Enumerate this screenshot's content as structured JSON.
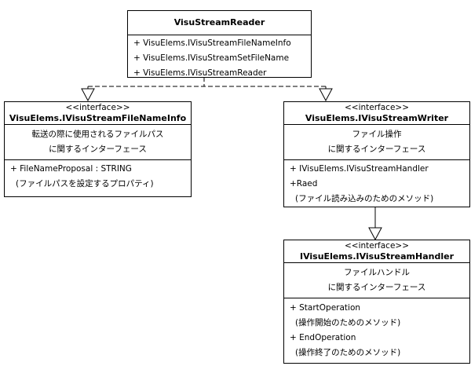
{
  "reader": {
    "title": "VisuStreamReader",
    "items": [
      "+ VisuElems.IVisuStreamFileNameInfo",
      "+ VisuElems.IVisuStreamSetFileName",
      "+ VisuElems.IVisuStreamReader"
    ]
  },
  "filenameinfo": {
    "stereotype": "<<interface>>",
    "title": "VisuElems.IVisuStreamFileNameInfo",
    "desc": [
      "転送の際に使用されるファイルパス",
      "に関するインターフェース"
    ],
    "items": [
      "+ FileNameProposal  :  STRING",
      "(ファイルパスを設定するプロパティ)"
    ]
  },
  "writer": {
    "stereotype": "<<interface>>",
    "title": "VisuElems.IVisuStreamWriter",
    "desc": [
      "ファイル操作",
      "に関するインターフェース"
    ],
    "items": [
      "+ IVisuElems.IVisuStreamHandler",
      "+Raed",
      "(ファイル読み込みのためのメソッド)"
    ]
  },
  "handler": {
    "stereotype": "<<interface>>",
    "title": "IVisuElems.IVisuStreamHandler",
    "desc": [
      "ファイルハンドル",
      "に関するインターフェース"
    ],
    "items": [
      "+ StartOperation",
      "(操作開始のためのメソッド)",
      "+ EndOperation",
      "(操作終了のためのメソッド)"
    ]
  }
}
